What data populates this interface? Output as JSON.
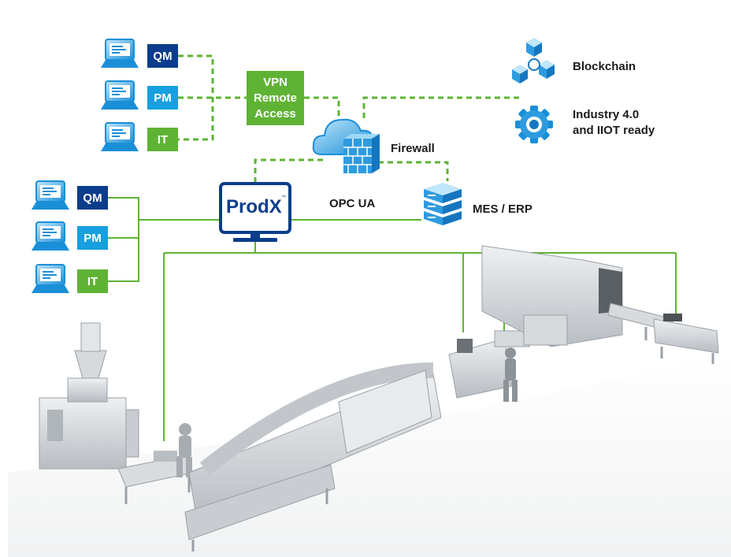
{
  "remote_roles": [
    "QM",
    "PM",
    "IT"
  ],
  "local_roles": [
    "QM",
    "PM",
    "IT"
  ],
  "vpn": {
    "line1": "VPN",
    "line2": "Remote",
    "line3": "Access"
  },
  "firewall": {
    "label": "Firewall"
  },
  "prodx": {
    "label": "ProdX",
    "trademark": "™"
  },
  "opc": {
    "label": "OPC UA"
  },
  "mes": {
    "label": "MES / ERP"
  },
  "blockchain": {
    "label": "Blockchain"
  },
  "industry": {
    "line1": "Industry 4.0",
    "line2": "and IIOT ready"
  },
  "colors": {
    "navy": "#0b3d8c",
    "blue": "#16a0df",
    "green": "#5fb334",
    "line_green": "#5fb334",
    "machine_grey": "#c9cdd1"
  },
  "icons": [
    "laptop-icon",
    "cloud-icon",
    "firewall-icon",
    "monitor-icon",
    "server-icon",
    "blockchain-icon",
    "gear-icon"
  ]
}
